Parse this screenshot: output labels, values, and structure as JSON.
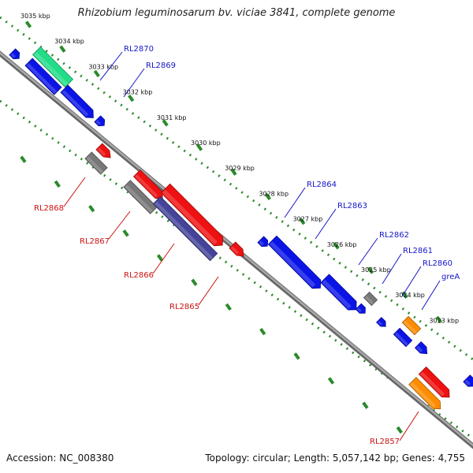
{
  "title": "Rhizobium leguminosarum bv. viciae 3841, complete genome",
  "footer": {
    "accession_text": "Accession: NC_008380",
    "summary_text": "Topology: circular; Length: 5,057,142 bp; Genes: 4,755"
  },
  "colors": {
    "backbone": "#888888",
    "ticks": "#2a8a2a",
    "label_forward": "#1515c8",
    "label_reverse": "#cc1111",
    "gene_blue": "#0a14e6",
    "gene_red": "#ee1111",
    "gene_gray": "#777777",
    "gene_teal": "#22dd88",
    "gene_orange": "#ff8c00",
    "gene_navy": "#44449a"
  },
  "ticks": [
    {
      "label": "3035 kbp",
      "kbp": 3035
    },
    {
      "label": "3034 kbp",
      "kbp": 3034
    },
    {
      "label": "3033 kbp",
      "kbp": 3033
    },
    {
      "label": "3032 kbp",
      "kbp": 3032
    },
    {
      "label": "3031 kbp",
      "kbp": 3031
    },
    {
      "label": "3030 kbp",
      "kbp": 3030
    },
    {
      "label": "3029 kbp",
      "kbp": 3029
    },
    {
      "label": "3028 kbp",
      "kbp": 3028
    },
    {
      "label": "3027 kbp",
      "kbp": 3027
    },
    {
      "label": "3026 kbp",
      "kbp": 3026
    },
    {
      "label": "3025 kbp",
      "kbp": 3025
    },
    {
      "label": "3024 kbp",
      "kbp": 3024
    },
    {
      "label": "3023 kbp",
      "kbp": 3023
    }
  ],
  "labels": [
    {
      "text": "RL2870",
      "strand": "forward"
    },
    {
      "text": "RL2869",
      "strand": "forward"
    },
    {
      "text": "RL2864",
      "strand": "forward"
    },
    {
      "text": "RL2863",
      "strand": "forward"
    },
    {
      "text": "RL2862",
      "strand": "forward"
    },
    {
      "text": "RL2861",
      "strand": "forward"
    },
    {
      "text": "RL2860",
      "strand": "forward"
    },
    {
      "text": "greA",
      "strand": "forward"
    },
    {
      "text": "RL2868",
      "strand": "reverse"
    },
    {
      "text": "RL2867",
      "strand": "reverse"
    },
    {
      "text": "RL2866",
      "strand": "reverse"
    },
    {
      "text": "RL2865",
      "strand": "reverse"
    },
    {
      "text": "RL2857",
      "strand": "reverse"
    }
  ]
}
